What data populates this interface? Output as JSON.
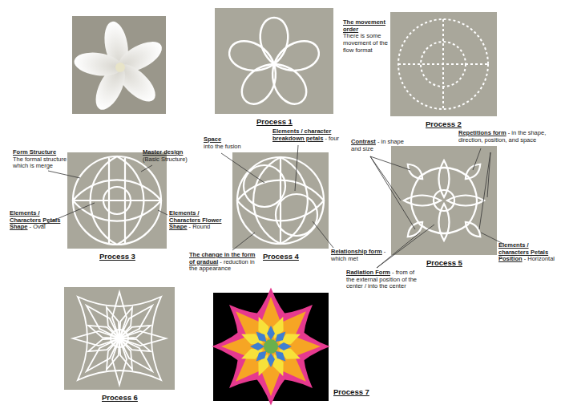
{
  "diagram": {
    "nodes": [
      {
        "text": [
          "Process 1"
        ]
      },
      {
        "text": [
          "Process 2"
        ]
      },
      {
        "text": [
          "Process 3"
        ]
      },
      {
        "text": [
          "Process 4"
        ]
      },
      {
        "text": [
          "Process 5"
        ]
      },
      {
        "text": [
          "Process 6"
        ]
      },
      {
        "text": [
          "Process 7"
        ]
      }
    ],
    "labels": [
      "The movement order",
      "There is some movement of the flow format",
      "Form Structure",
      "The formal structure which is merge",
      "Master design",
      "(Basic Structure)",
      "Elements / Characters Petals Shape",
      "- Oval",
      "Elements / Characters Flower Shape",
      "- Round",
      "Space",
      "into the fusion",
      "Elements / character breakdown petals",
      "- four",
      "The change in the form of gradual",
      "- reduction in the appearance",
      "Relationship form",
      "- which met",
      "Contrast",
      "- in shape and size",
      "Repetitions form",
      "- in the shape, direction, position, and space",
      "Radiation Form",
      "- from of the external position of the center / into the center",
      "Elements / characters Petals Position",
      "- Horizontal"
    ]
  }
}
